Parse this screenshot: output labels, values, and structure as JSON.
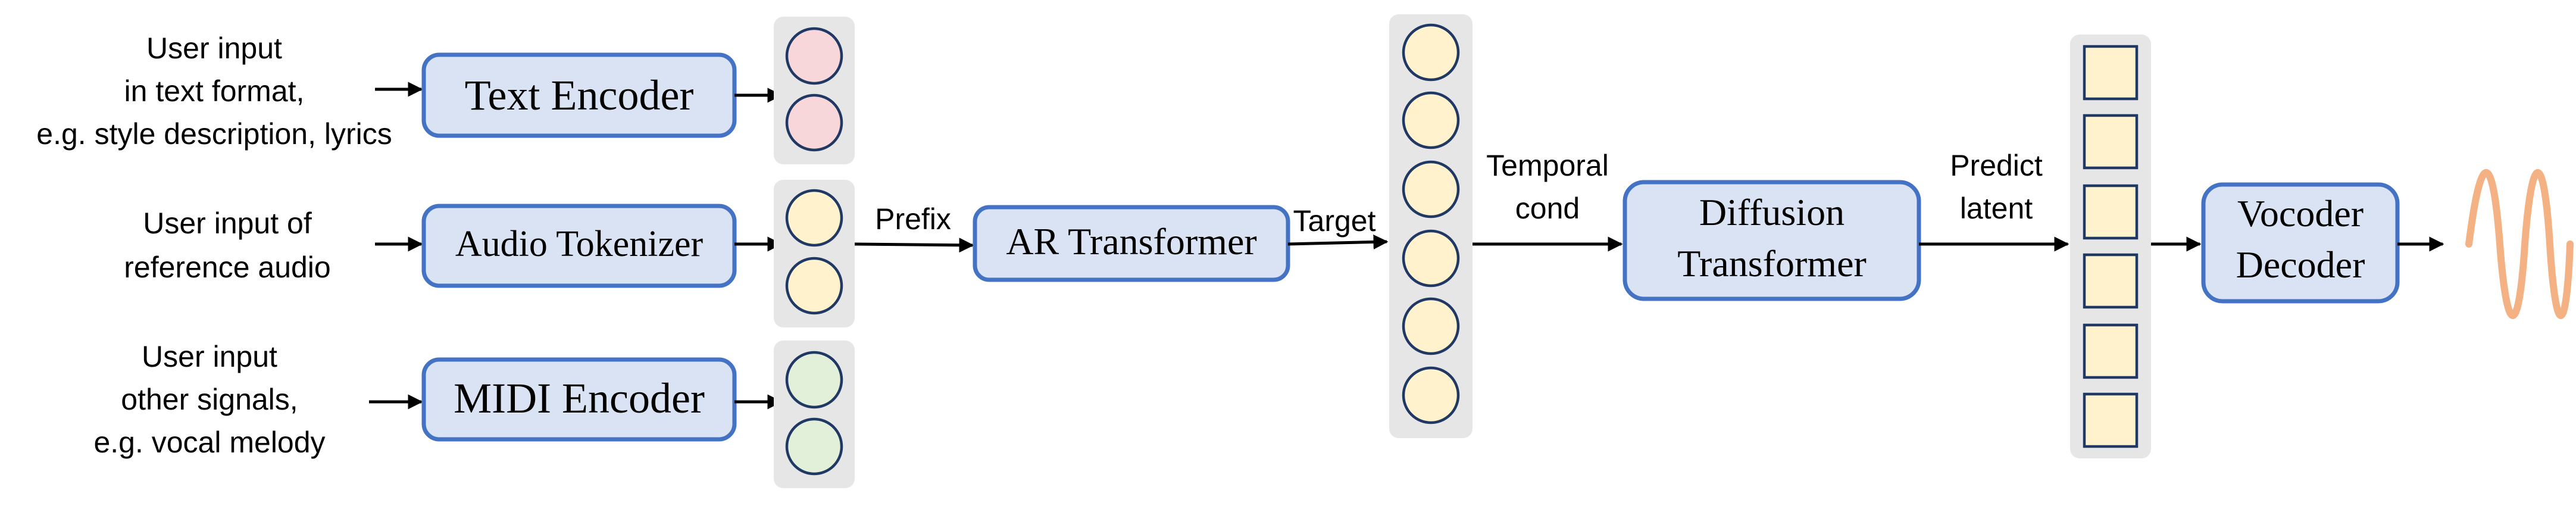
{
  "inputs": {
    "text": [
      "User input",
      "in text format,",
      "e.g. style description, lyrics"
    ],
    "audio": [
      "User input of",
      "reference audio"
    ],
    "midi": [
      "User input",
      "other signals,",
      "e.g. vocal melody"
    ]
  },
  "modules": {
    "text_encoder": "Text Encoder",
    "audio_tokenizer": "Audio Tokenizer",
    "midi_encoder": "MIDI Encoder",
    "ar_transformer": "AR Transformer",
    "diffusion_transformer": [
      "Diffusion",
      "Transformer"
    ],
    "vocoder_decoder": [
      "Vocoder",
      "Decoder"
    ]
  },
  "edge_labels": {
    "prefix": "Prefix",
    "target": "Target",
    "temporal_cond": [
      "Temporal",
      "cond"
    ],
    "predict_latent": [
      "Predict",
      "latent"
    ]
  },
  "colors": {
    "module_fill": "#dae3f3",
    "module_border": "#4472c4",
    "text_token": "#f8d7da",
    "audio_token": "#fff2cc",
    "midi_token": "#e2f0d9",
    "latent_token": "#fff2cc",
    "waveform": "#f4b183",
    "panel": "#e7e6e6"
  },
  "icons": {
    "output": "waveform-icon"
  }
}
